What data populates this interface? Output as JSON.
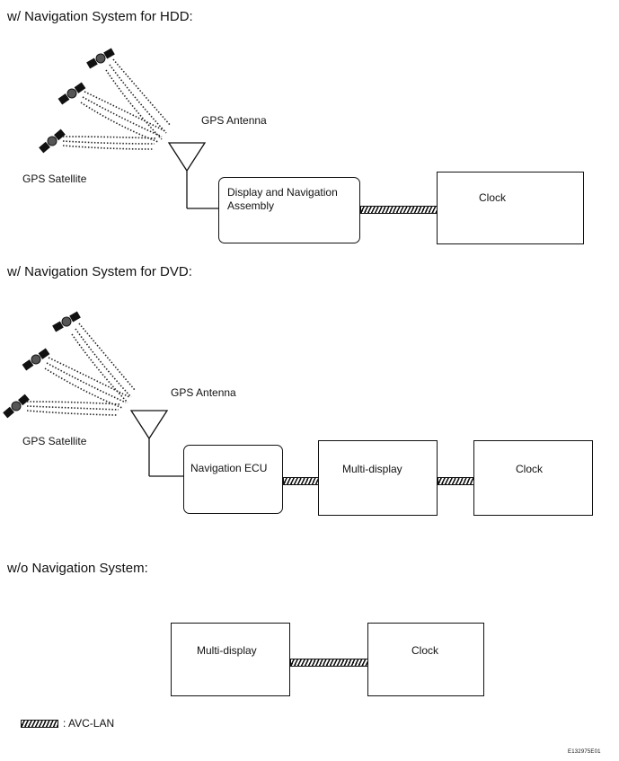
{
  "sections": {
    "hdd": {
      "heading": "w/ Navigation System for HDD:",
      "gps_satellite": "GPS Satellite",
      "gps_antenna": "GPS Antenna",
      "nav_assembly": "Display and Navigation Assembly",
      "clock": "Clock"
    },
    "dvd": {
      "heading": "w/ Navigation System for DVD:",
      "gps_satellite": "GPS Satellite",
      "gps_antenna": "GPS Antenna",
      "nav_ecu": "Navigation ECU",
      "multi_display": "Multi-display",
      "clock": "Clock"
    },
    "none": {
      "heading": "w/o Navigation System:",
      "multi_display": "Multi-display",
      "clock": "Clock"
    }
  },
  "legend": {
    "label": ": AVC-LAN"
  },
  "figure_code": "E132975E01"
}
